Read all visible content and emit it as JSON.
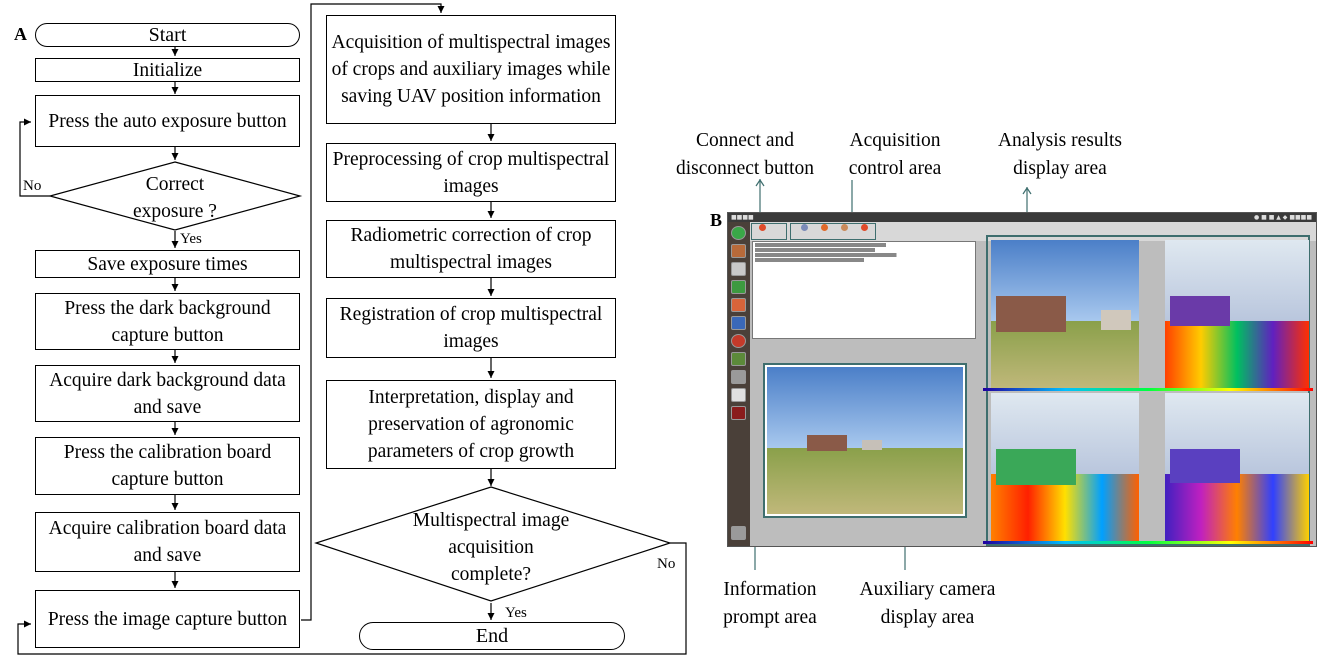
{
  "panel_a_label": "A",
  "panel_b_label": "B",
  "flowchart": {
    "left_column": [
      {
        "id": "start",
        "text": "Start"
      },
      {
        "id": "initialize",
        "text": "Initialize"
      },
      {
        "id": "press-auto-exposure",
        "text": "Press the auto exposure button"
      },
      {
        "id": "correct-exposure",
        "text": "Correct exposure ?"
      },
      {
        "id": "save-exposure",
        "text": "Save exposure times"
      },
      {
        "id": "press-dark-bg",
        "text": "Press the dark background capture button"
      },
      {
        "id": "acquire-dark-bg",
        "text": "Acquire dark background data and save"
      },
      {
        "id": "press-calibration",
        "text": "Press the calibration board capture button"
      },
      {
        "id": "acquire-calibration",
        "text": "Acquire calibration board data and save"
      },
      {
        "id": "press-image-capture",
        "text": "Press the image capture button"
      }
    ],
    "right_column": [
      {
        "id": "acquisition",
        "text": "Acquisition of multispectral images of crops and auxiliary images while saving UAV position information"
      },
      {
        "id": "preprocessing",
        "text": "Preprocessing of crop multispectral images"
      },
      {
        "id": "radiometric",
        "text": "Radiometric correction of crop multispectral images"
      },
      {
        "id": "registration",
        "text": "Registration of crop multispectral images"
      },
      {
        "id": "interpretation",
        "text": "Interpretation, display and preservation of agronomic parameters of crop growth"
      },
      {
        "id": "acq-complete",
        "text": "Multispectral image acquisition complete?"
      },
      {
        "id": "end",
        "text": "End"
      }
    ],
    "edge_labels": {
      "no1": "No",
      "yes1": "Yes",
      "no2": "No",
      "yes2": "Yes"
    }
  },
  "callouts": {
    "connect": "Connect and\ndisconnect button",
    "acq_control": "Acquisition\ncontrol area",
    "analysis": "Analysis results\ndisplay area",
    "info": "Information\nprompt area",
    "aux": "Auxiliary camera\ndisplay area"
  },
  "colors": {
    "frame": "#3e6e6e",
    "sidebar": "#4a4039",
    "topbar": "#3a3a3a"
  }
}
